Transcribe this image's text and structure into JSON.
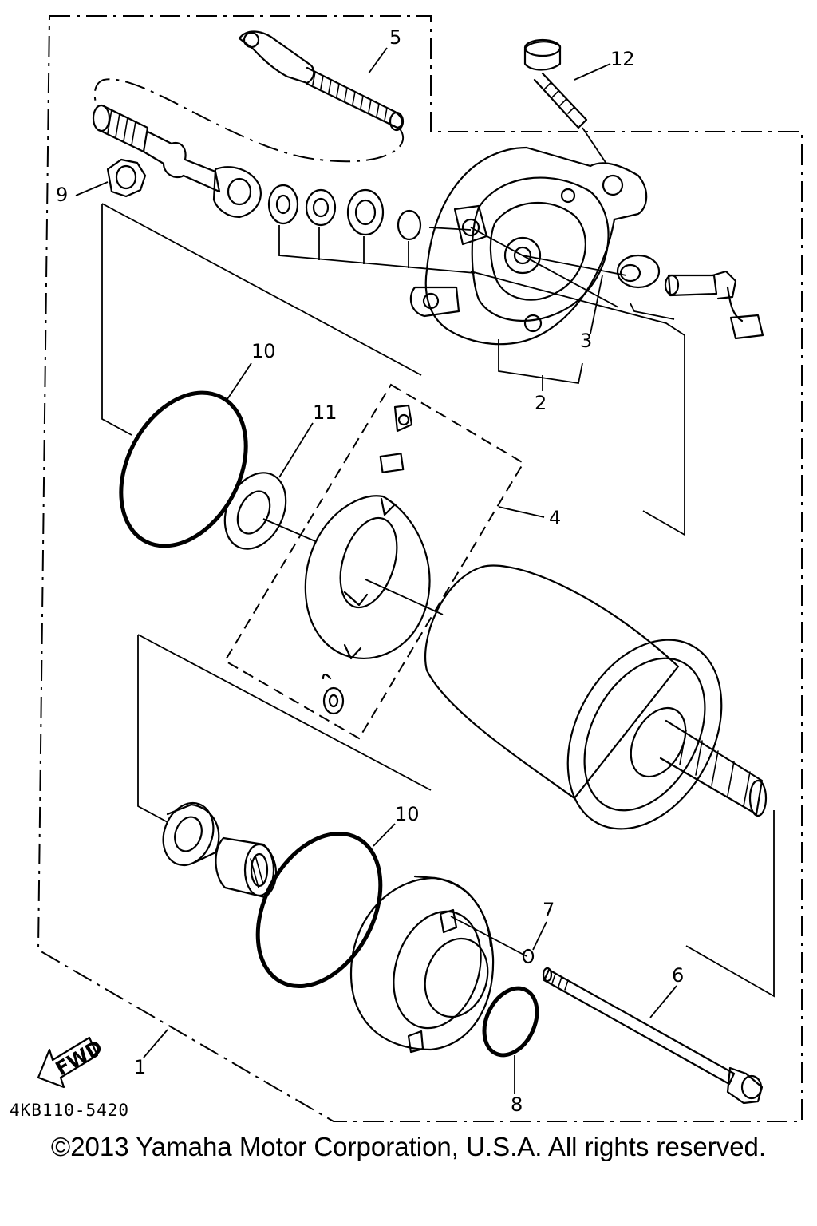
{
  "diagram": {
    "callouts": {
      "c1": "1",
      "c2": "2",
      "c3": "3",
      "c4": "4",
      "c5": "5",
      "c6": "6",
      "c7": "7",
      "c8": "8",
      "c9": "9",
      "c10a": "10",
      "c10b": "10",
      "c11": "11",
      "c12": "12"
    },
    "fwd_label": "FWD",
    "part_code": "4KB110-5420"
  },
  "footer": {
    "copyright": "©2013 Yamaha Motor Corporation, U.S.A. All rights reserved."
  }
}
